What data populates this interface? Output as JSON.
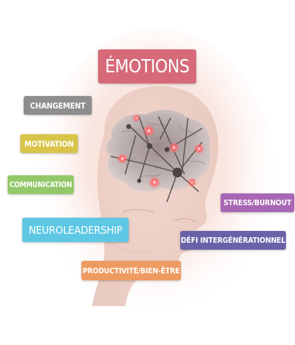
{
  "labels": {
    "emotions": "ÉMOTIONS",
    "changement": "CHANGEMENT",
    "motivation": "MOTIVATION",
    "communication": "COMMUNICATION",
    "neuroleadership": "NEUROLEADERSHIP",
    "stress": "STRESS/BURNOUT",
    "defi": "DÉFI INTERGÉNÉRATIONNEL",
    "productivite": "PRODUCTIVITÉ/BIEN-ÊTRE"
  },
  "colors": {
    "emotions": "#d66a78",
    "changement": "#8e8e8e",
    "motivation": "#d8c449",
    "communication": "#93c86a",
    "neuroleadership": "#5ec8e4",
    "stress": "#a867b4",
    "defi": "#6a62a8",
    "productivite": "#ee9b62",
    "glow": "#f6c9bd",
    "neuron": "#d94b4b"
  },
  "icons": {
    "head": "human-head-brain-illustration"
  }
}
